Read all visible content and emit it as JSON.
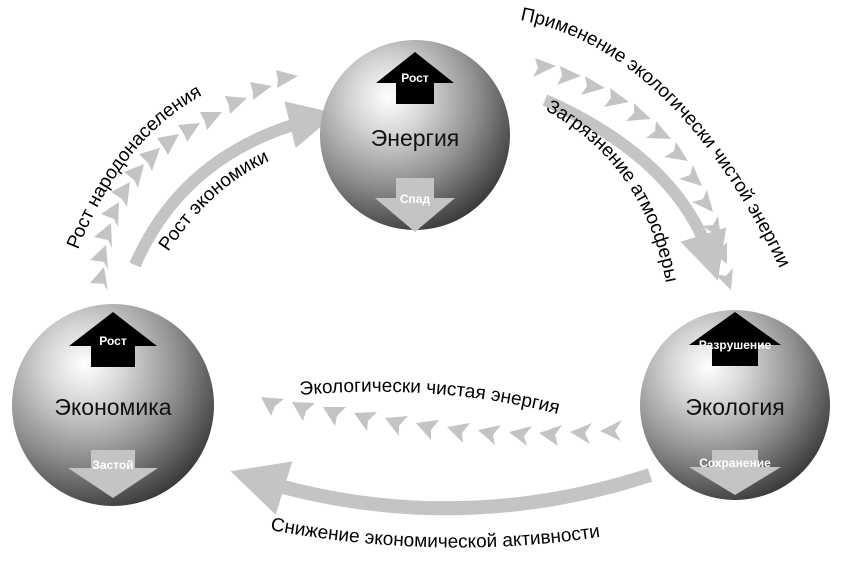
{
  "nodes": {
    "energy": {
      "label": "Энергия",
      "up": "Рост",
      "down": "Спад"
    },
    "economy": {
      "label": "Экономика",
      "up": "Рост",
      "down": "Застой"
    },
    "ecology": {
      "label": "Экология",
      "up": "Разрушение",
      "down": "Сохранение"
    }
  },
  "links": {
    "population_growth": "Рост народонаселения",
    "economic_growth": "Рост экономики",
    "clean_energy_use": "Применение экологически чистой энергии",
    "air_pollution": "Загрязнение атмосферы",
    "clean_energy": "Экологически чистая энергия",
    "activity_decline": "Снижение экономической активности"
  },
  "colors": {
    "arrow_light": "#c4c4c4",
    "arrow_dark": "#000000",
    "sphere_highlight": "#ffffff",
    "sphere_shadow": "#2e2e2e"
  }
}
